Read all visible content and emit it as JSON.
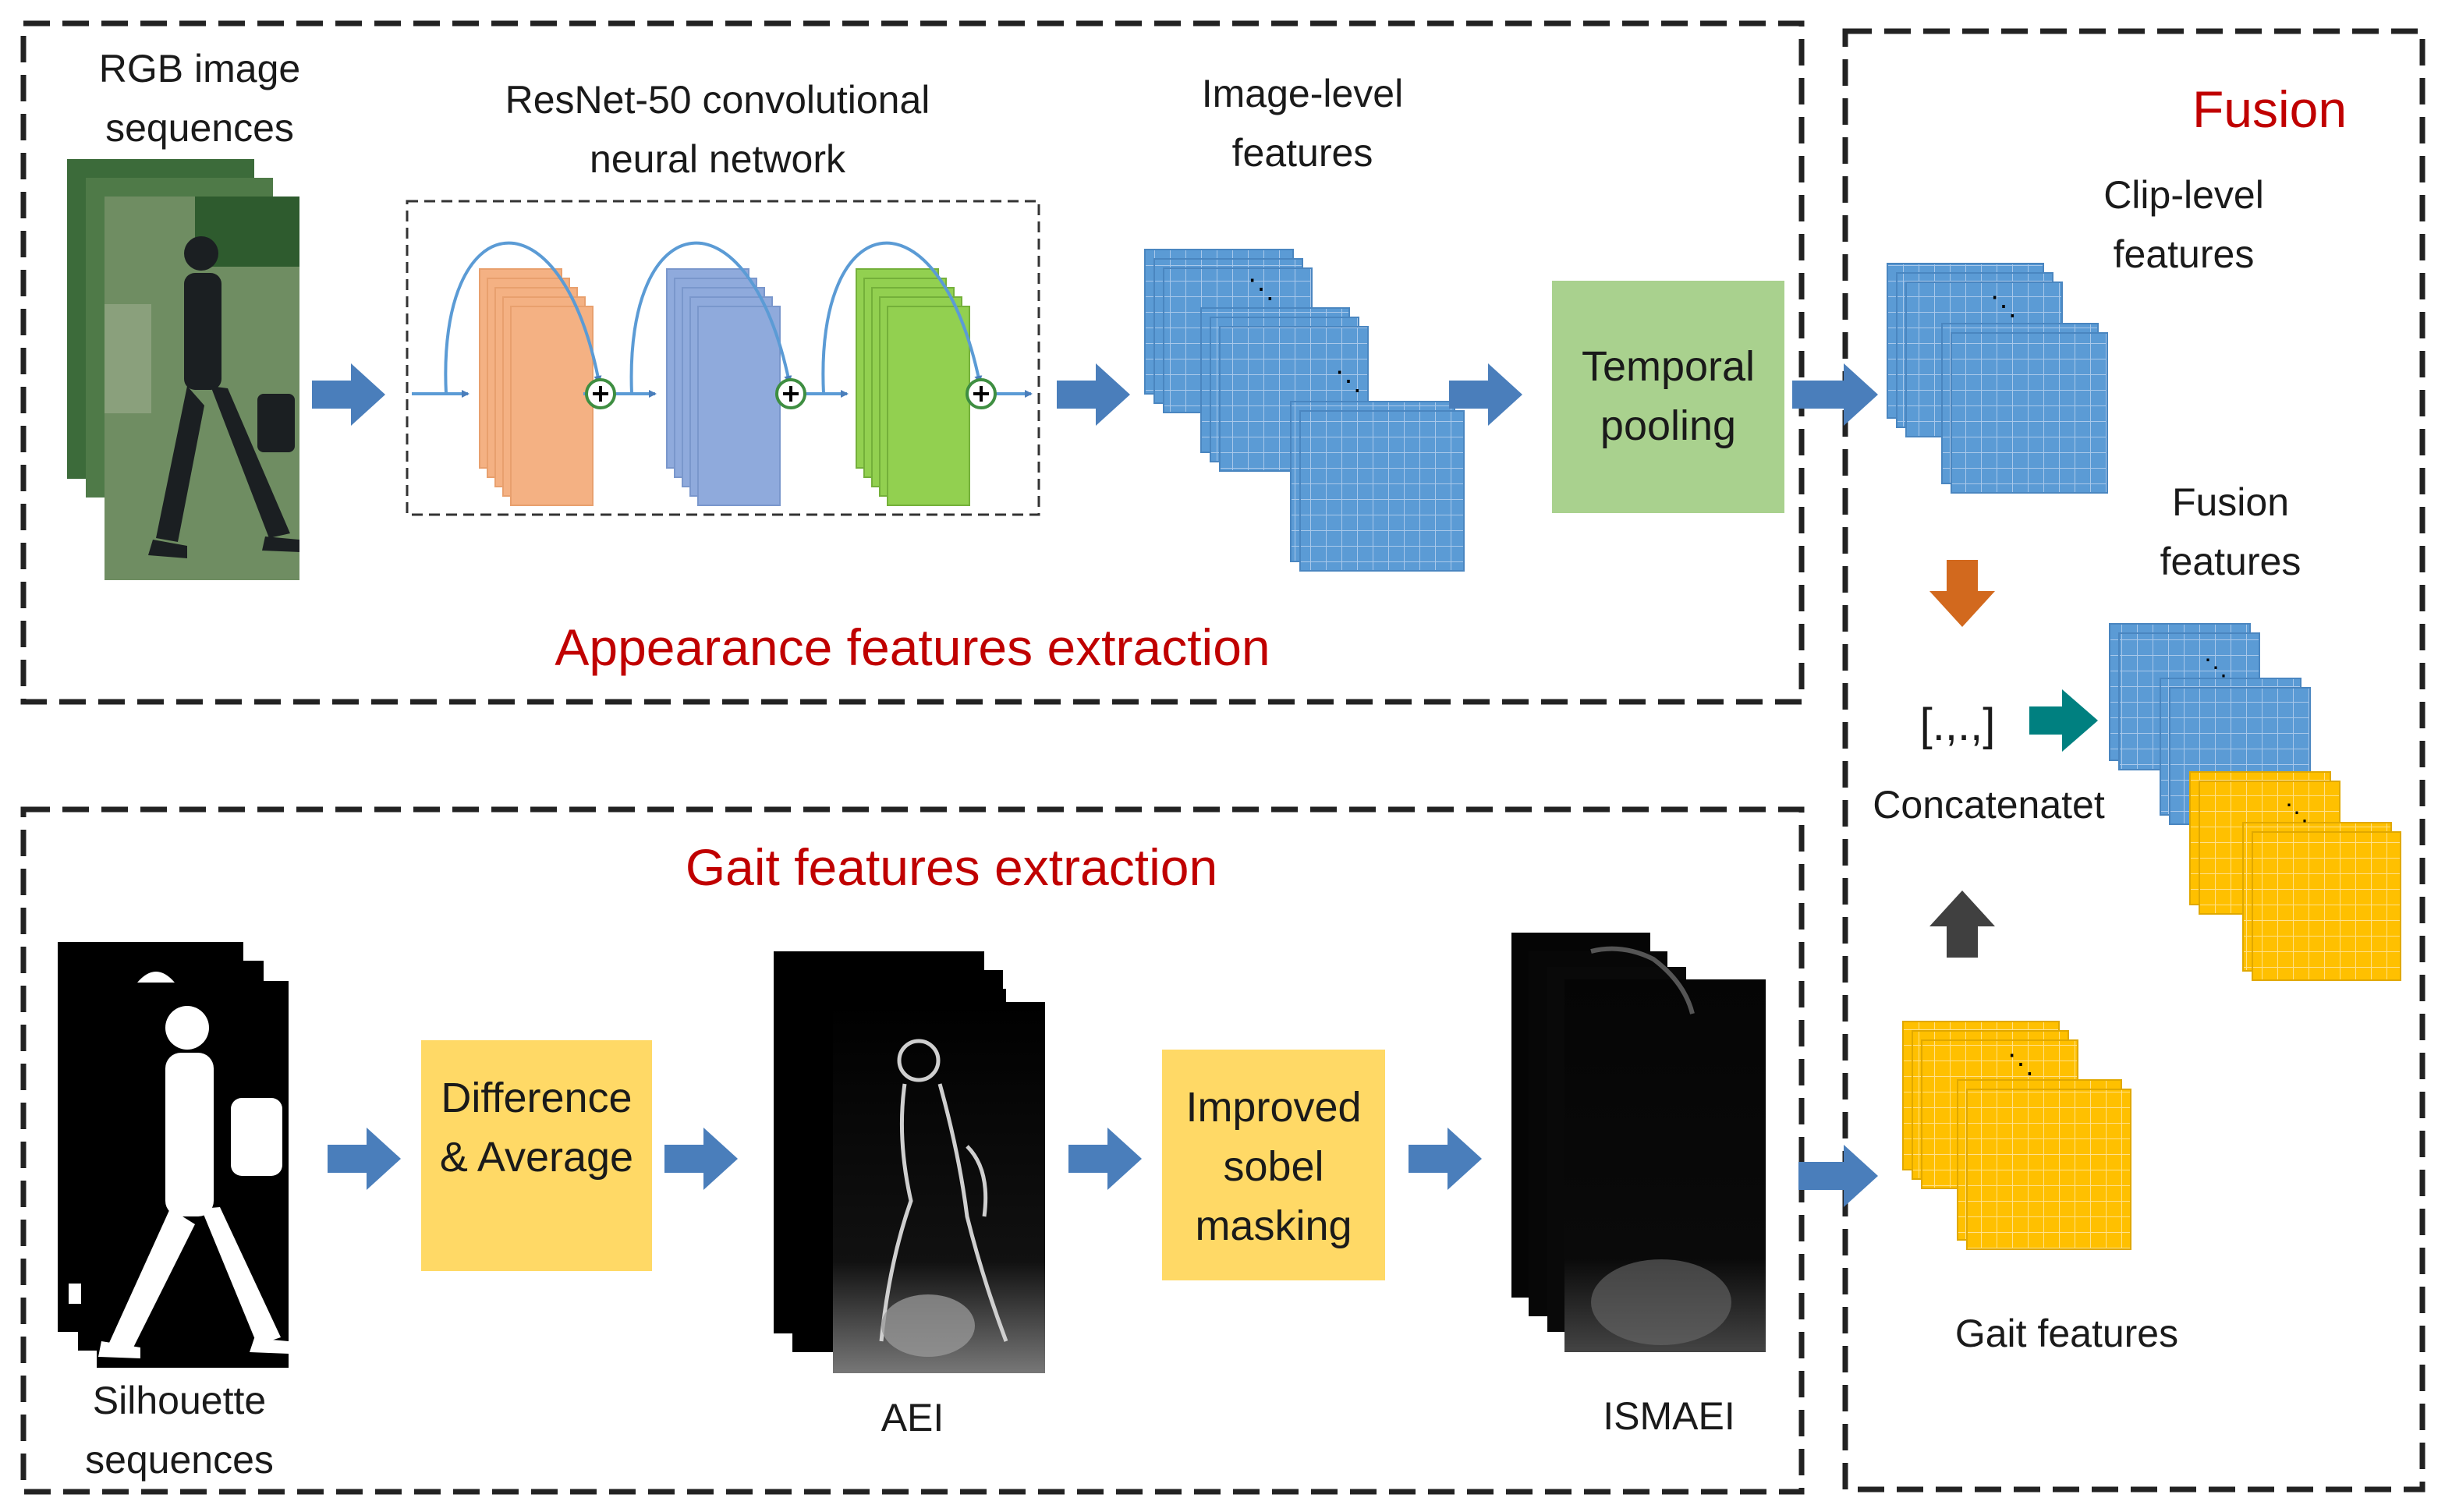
{
  "appearance": {
    "title": "Appearance features extraction",
    "rgb_label": "RGB image sequences",
    "resnet_label": "ResNet-50 convolutional neural network",
    "image_level_label": "Image-level features",
    "temporal_pooling": "Temporal pooling"
  },
  "gait": {
    "title": "Gait features extraction",
    "silhouette_label": "Silhouette sequences",
    "diff_avg": "Difference & Average",
    "aei_label": "AEI",
    "sobel": "Improved sobel masking",
    "ismaei_label": "ISMAEI"
  },
  "fusion": {
    "title": "Fusion",
    "clip_level_label": "Clip-level features",
    "fusion_features_label": "Fusion features",
    "concat_symbol": "[.,.,]",
    "concat_label": "Concatenatet",
    "gait_features_label": "Gait features"
  },
  "colors": {
    "title_red": "#c00000",
    "arrow_blue": "#4a7ebb",
    "feature_blue": "#5b9bd5",
    "feature_yellow": "#ffc000",
    "pool_green": "#a9d18e",
    "box_yellow": "#ffd966",
    "res_orange": "#f4b183",
    "res_purple": "#8faadc",
    "res_green": "#92d050",
    "arrow_orange": "#d2691e",
    "arrow_teal": "#008080",
    "arrow_dark": "#404040"
  }
}
